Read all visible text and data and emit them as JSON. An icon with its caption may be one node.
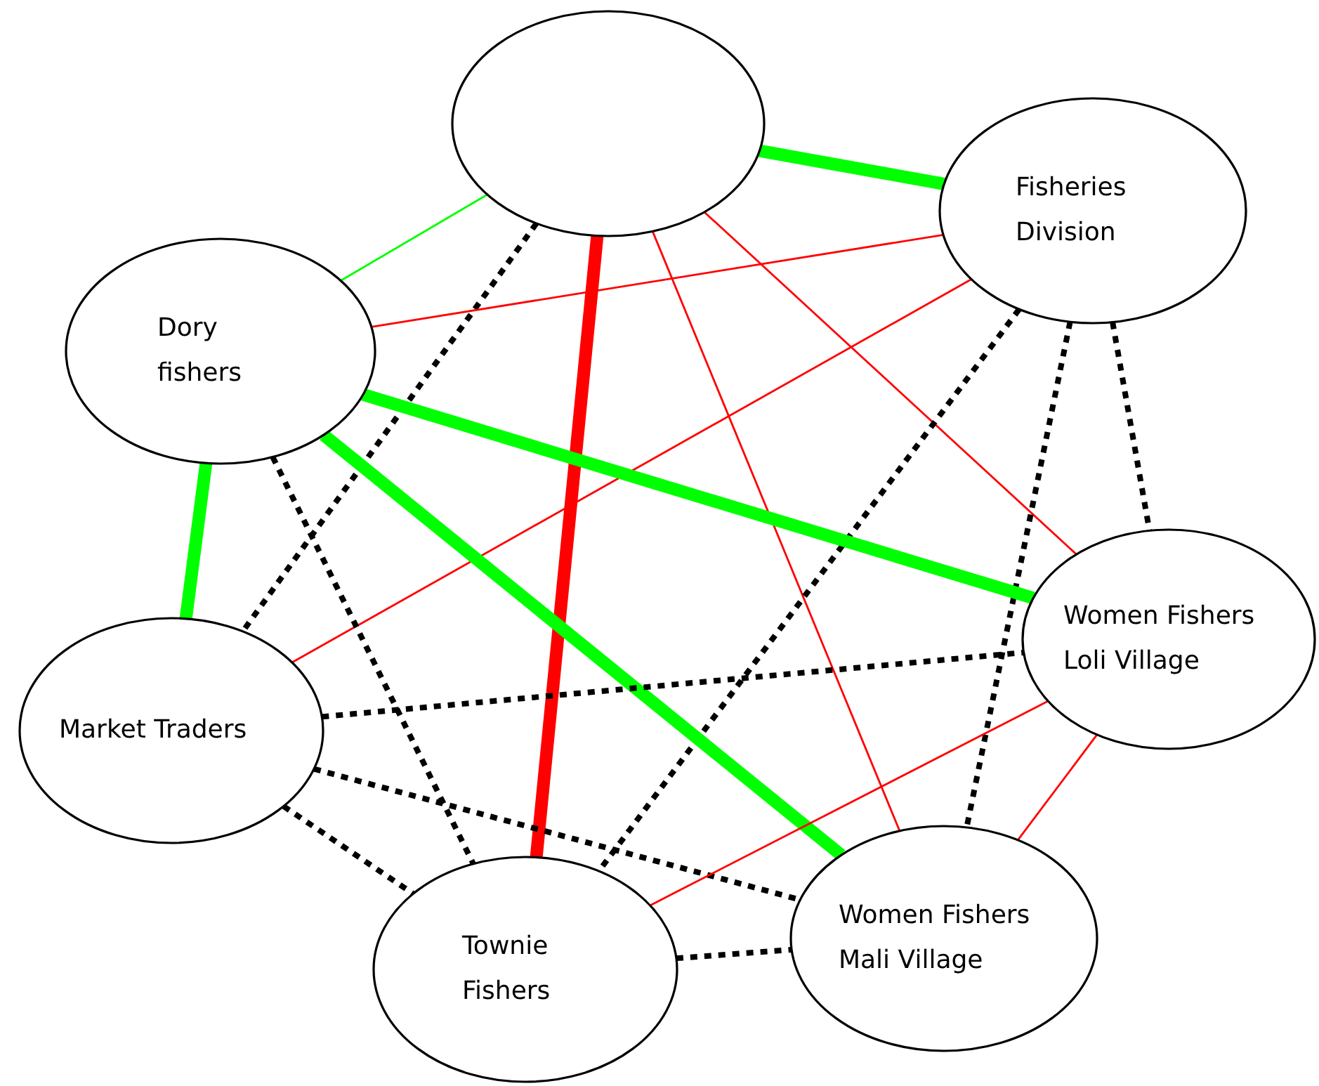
{
  "diagram": {
    "nodes": [
      {
        "text": [],
        "shape": "ellipse"
      },
      {
        "text": [
          "Fisheries Division"
        ]
      },
      {
        "text": [
          "Dory fishers"
        ]
      },
      {
        "text": [
          "Women Fishers Loli Village"
        ]
      },
      {
        "text": [
          "Market Traders"
        ]
      },
      {
        "text": [
          "Women Fishers Mali Village"
        ]
      },
      {
        "text": [
          "Townie Fishers"
        ]
      }
    ],
    "edges": [
      {
        "from": 0,
        "to": 1,
        "arrow": "none",
        "style": "thick",
        "color": "#00ff00"
      },
      {
        "from": 0,
        "to": 2,
        "arrow": "none",
        "color": "#00ff00"
      },
      {
        "from": 0,
        "to": 4,
        "arrow": "none",
        "style": "dashed"
      },
      {
        "from": 0,
        "to": 6,
        "arrow": "none",
        "style": "thick",
        "color": "#ff0000"
      },
      {
        "from": 0,
        "to": 5,
        "arrow": "none",
        "color": "#ff0000"
      },
      {
        "from": 0,
        "to": 3,
        "arrow": "none",
        "color": "#ff0000"
      },
      {
        "from": 1,
        "to": 2,
        "arrow": "none",
        "color": "#ff0000"
      },
      {
        "from": 1,
        "to": 4,
        "arrow": "none",
        "color": "#ff0000"
      },
      {
        "from": 1,
        "to": 6,
        "arrow": "none",
        "style": "dashed"
      },
      {
        "from": 1,
        "to": 5,
        "arrow": "none",
        "style": "dashed"
      },
      {
        "from": 1,
        "to": 3,
        "arrow": "none",
        "style": "dashed"
      },
      {
        "from": 2,
        "to": 3,
        "arrow": "none",
        "style": "thick",
        "color": "#00ff00"
      },
      {
        "from": 2,
        "to": 5,
        "arrow": "none",
        "style": "thick",
        "color": "#00ff00"
      },
      {
        "from": 2,
        "to": 4,
        "arrow": "none",
        "style": "thick",
        "color": "#00ff00"
      },
      {
        "from": 2,
        "to": 6,
        "arrow": "none",
        "style": "dashed"
      },
      {
        "from": 4,
        "to": 3,
        "arrow": "none",
        "style": "dashed"
      },
      {
        "from": 4,
        "to": 5,
        "arrow": "none",
        "style": "dashed"
      },
      {
        "from": 4,
        "to": 6,
        "arrow": "none",
        "style": "dashed"
      },
      {
        "from": 3,
        "to": 6,
        "arrow": "none",
        "color": "#ff0000"
      },
      {
        "from": 3,
        "to": 5,
        "arrow": "none",
        "color": "#ff0000"
      },
      {
        "from": 6,
        "to": 5,
        "arrow": "none",
        "style": "dashed"
      }
    ]
  }
}
